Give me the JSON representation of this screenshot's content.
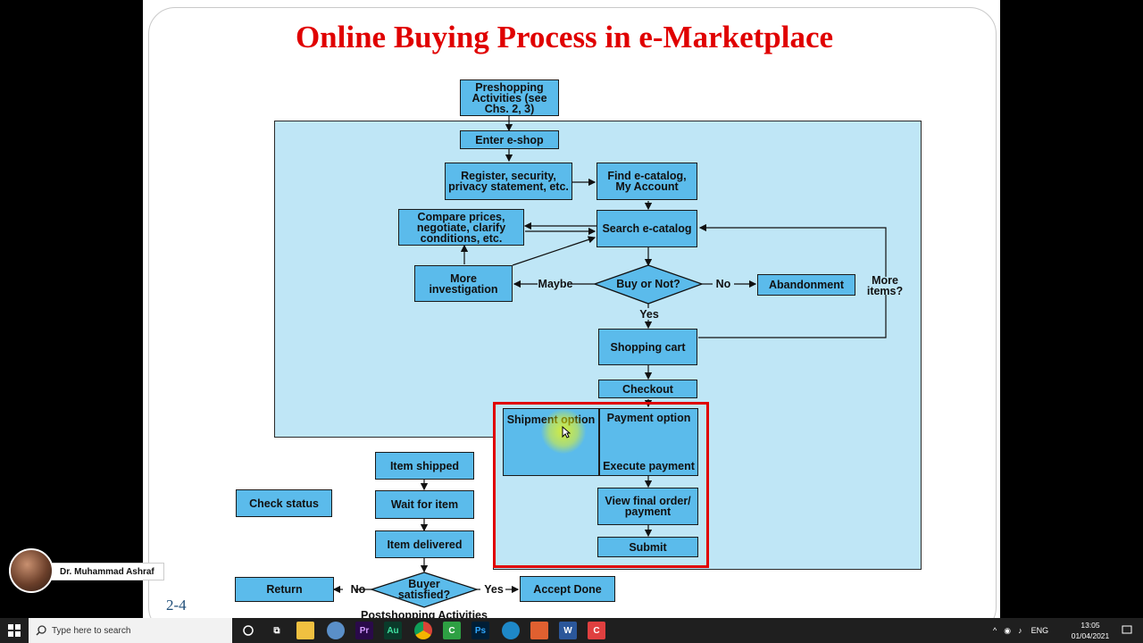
{
  "slide": {
    "title": "Online Buying Process in e-Marketplace",
    "page_number": "2-4"
  },
  "flowchart": {
    "preshopping": "Preshopping Activities (see Chs. 2, 3)",
    "enter_eshop": "Enter e-shop",
    "register": "Register, security, privacy statement, etc.",
    "find_ecatalog": "Find e-catalog, My Account",
    "compare_prices": "Compare prices, negotiate, clarify conditions, etc.",
    "search_ecatalog": "Search e-catalog",
    "more_investigation": "More investigation",
    "maybe": "Maybe",
    "buy_or_not": "Buy or Not?",
    "no": "No",
    "abandonment": "Abandonment",
    "more_items": "More items?",
    "yes": "Yes",
    "shopping_cart": "Shopping cart",
    "checkout": "Checkout",
    "shipment_option": "Shipment option",
    "payment_option": "Payment option",
    "execute_payment": "Execute payment",
    "view_final_order": "View final order/ payment",
    "submit": "Submit",
    "item_shipped": "Item shipped",
    "check_status": "Check status",
    "wait_for_item": "Wait for item",
    "item_delivered": "Item delivered",
    "return": "Return",
    "no_2": "No",
    "buyer_satisfied": "Buyer satisfied?",
    "yes_2": "Yes",
    "accept_done": "Accept Done",
    "postshopping": "Postshopping Activities"
  },
  "presenter": {
    "name": "Dr. Muhammad Ashraf"
  },
  "taskbar": {
    "search_placeholder": "Type here to search",
    "apps": [
      {
        "icon": "task-view-icon",
        "label": "⧉"
      },
      {
        "icon": "file-explorer-icon",
        "label": ""
      },
      {
        "icon": "app-icon",
        "label": ""
      },
      {
        "icon": "premiere-icon",
        "label": "Pr"
      },
      {
        "icon": "audition-icon",
        "label": "Au"
      },
      {
        "icon": "chrome-icon",
        "label": ""
      },
      {
        "icon": "camtasia-icon",
        "label": "C"
      },
      {
        "icon": "photoshop-icon",
        "label": "Ps"
      },
      {
        "icon": "edge-icon",
        "label": ""
      },
      {
        "icon": "app-icon-2",
        "label": ""
      },
      {
        "icon": "word-icon",
        "label": "W"
      },
      {
        "icon": "camtasia-recorder-icon",
        "label": "C"
      }
    ],
    "language": "ENG",
    "time": "13:05",
    "date": "01/04/2021"
  },
  "colors": {
    "title": "#e00000",
    "box_fill": "#5bbbeb",
    "panel_fill": "#bfe6f6",
    "highlight": "#e00000"
  }
}
